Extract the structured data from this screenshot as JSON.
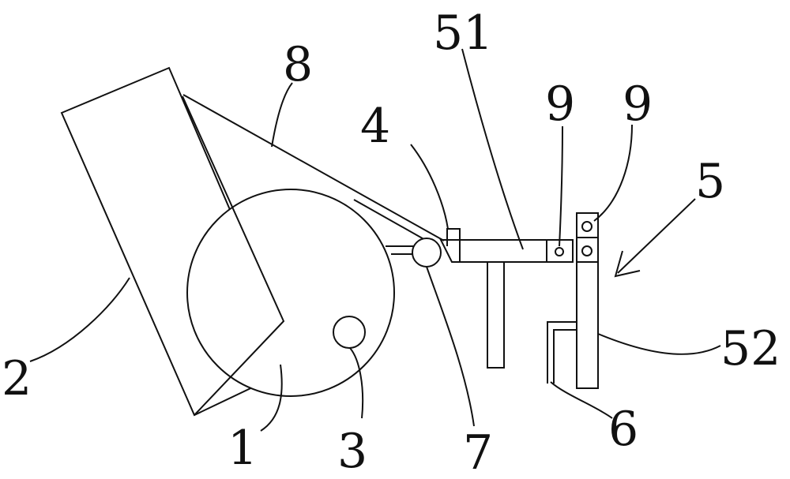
{
  "diagram": {
    "labels": {
      "l1": "1",
      "l2": "2",
      "l3": "3",
      "l4": "4",
      "l5": "5",
      "l6": "6",
      "l7": "7",
      "l8": "8",
      "l9a": "9",
      "l9b": "9",
      "l51": "51",
      "l52": "52"
    }
  }
}
